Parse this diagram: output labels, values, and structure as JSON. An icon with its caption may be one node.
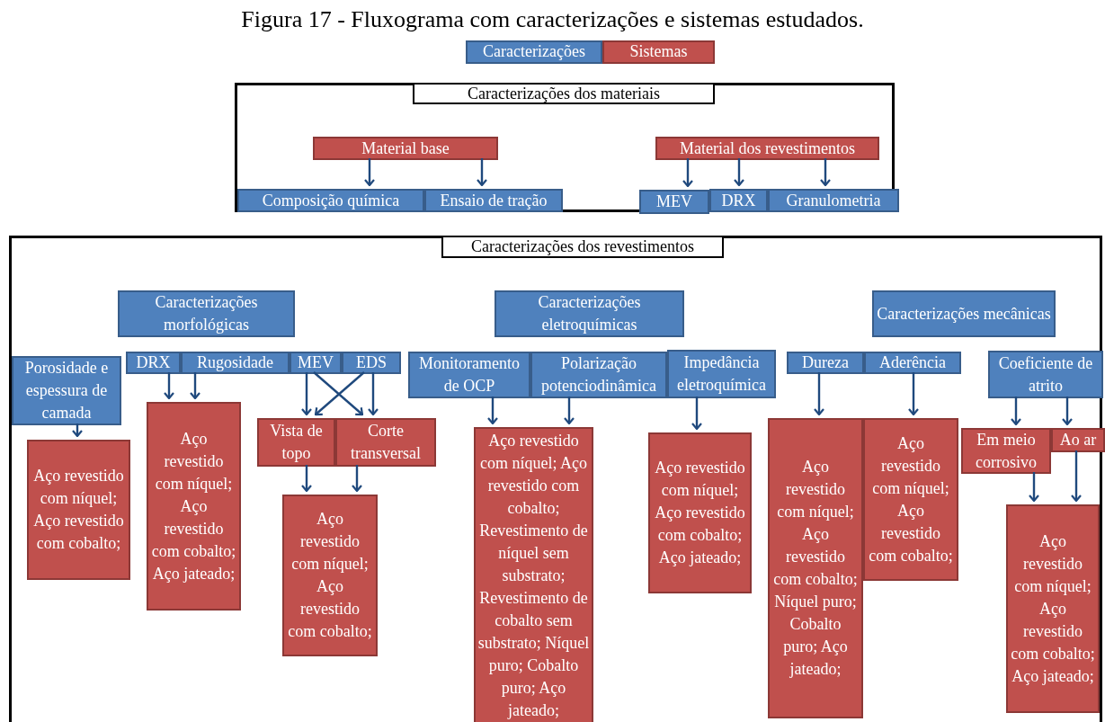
{
  "diagram": {
    "title": "Figura 17 - Fluxograma com caracterizações e sistemas estudados.",
    "legend": [
      {
        "text": "Caracterizações",
        "color": "#4f81bd"
      },
      {
        "text": "Sistemas",
        "color": "#c0504d"
      }
    ],
    "nodes": [
      {
        "text": [
          "Caracterizações dos materiais"
        ]
      },
      {
        "text": [
          "Material base"
        ],
        "in": 0
      },
      {
        "text": [
          "Material dos revestimentos"
        ],
        "in": 0
      },
      {
        "text": [
          "Composição química"
        ],
        "in": 0
      },
      {
        "text": [
          "Ensaio de tração"
        ],
        "in": 0
      },
      {
        "text": [
          "MEV"
        ],
        "in": 0
      },
      {
        "text": [
          "DRX"
        ],
        "in": 0
      },
      {
        "text": [
          "Granulometria"
        ],
        "in": 0
      },
      {
        "text": [
          "Caracterizações dos revestimentos"
        ]
      },
      {
        "text": [
          "Caracterizações morfológicas"
        ],
        "in": 8
      },
      {
        "text": [
          "Caracterizações eletroquímicas"
        ],
        "in": 8
      },
      {
        "text": [
          "Caracterizações mecânicas"
        ],
        "in": 8
      },
      {
        "text": [
          "Porosidade e espessura de camada"
        ],
        "in": 8
      },
      {
        "text": [
          "DRX"
        ],
        "in": 8
      },
      {
        "text": [
          "Rugosidade"
        ],
        "in": 8
      },
      {
        "text": [
          "MEV"
        ],
        "in": 8
      },
      {
        "text": [
          "EDS"
        ],
        "in": 8
      },
      {
        "text": [
          "Monitoramento de OCP"
        ],
        "in": 8
      },
      {
        "text": [
          "Polarização potenciodinâmica"
        ],
        "in": 8
      },
      {
        "text": [
          "Impedância eletroquímica"
        ],
        "in": 8
      },
      {
        "text": [
          "Dureza"
        ],
        "in": 8
      },
      {
        "text": [
          "Aderência"
        ],
        "in": 8
      },
      {
        "text": [
          "Coeficiente de atrito"
        ],
        "in": 8
      },
      {
        "text": [
          "Aço revestido com níquel; Aço revestido com cobalto;"
        ],
        "in": 8
      },
      {
        "text": [
          "Aço revestido com níquel; Aço revestido com cobalto; Aço jateado;"
        ],
        "in": 8
      },
      {
        "text": [
          "Vista de topo"
        ],
        "in": 8
      },
      {
        "text": [
          "Corte transversal"
        ],
        "in": 8
      },
      {
        "text": [
          "Aço revestido com níquel; Aço revestido com cobalto;"
        ],
        "in": 8
      },
      {
        "text": [
          "Aço revestido com níquel; Aço revestido com cobalto; Revestimento de níquel sem substrato; Revestimento de cobalto sem substrato; Níquel puro; Cobalto puro; Aço jateado;"
        ],
        "in": 8
      },
      {
        "text": [
          "Aço revestido com níquel; Aço revestido com cobalto; Aço jateado;"
        ],
        "in": 8
      },
      {
        "text": [
          "Aço revestido com níquel; Aço revestido com cobalto; Níquel puro; Cobalto puro; Aço jateado;"
        ],
        "in": 8
      },
      {
        "text": [
          "Aço revestido com níquel; Aço revestido com cobalto;"
        ],
        "in": 8
      },
      {
        "text": [
          "Em meio corrosivo"
        ],
        "in": 8
      },
      {
        "text": [
          "Ao ar"
        ],
        "in": 8
      },
      {
        "text": [
          "Aço revestido com níquel; Aço revestido com cobalto; Aço jateado;"
        ],
        "in": 8
      }
    ],
    "edges": [
      {
        "from": 1,
        "to": 3,
        "arrow": "to"
      },
      {
        "from": 1,
        "to": 4,
        "arrow": "to"
      },
      {
        "from": 2,
        "to": 5,
        "arrow": "to"
      },
      {
        "from": 2,
        "to": 6,
        "arrow": "to"
      },
      {
        "from": 2,
        "to": 7,
        "arrow": "to"
      },
      {
        "from": 12,
        "to": 23,
        "arrow": "to"
      },
      {
        "from": 13,
        "to": 24,
        "arrow": "to"
      },
      {
        "from": 14,
        "to": 24,
        "arrow": "to"
      },
      {
        "from": 15,
        "to": 25,
        "arrow": "to"
      },
      {
        "from": 15,
        "to": 26,
        "arrow": "to"
      },
      {
        "from": 16,
        "to": 25,
        "arrow": "to"
      },
      {
        "from": 16,
        "to": 26,
        "arrow": "to"
      },
      {
        "from": 25,
        "to": 27,
        "arrow": "to"
      },
      {
        "from": 26,
        "to": 27,
        "arrow": "to"
      },
      {
        "from": 17,
        "to": 28,
        "arrow": "to"
      },
      {
        "from": 18,
        "to": 28,
        "arrow": "to"
      },
      {
        "from": 19,
        "to": 29,
        "arrow": "to"
      },
      {
        "from": 20,
        "to": 30,
        "arrow": "to"
      },
      {
        "from": 21,
        "to": 31,
        "arrow": "to"
      },
      {
        "from": 22,
        "to": 32,
        "arrow": "to"
      },
      {
        "from": 22,
        "to": 33,
        "arrow": "to"
      },
      {
        "from": 32,
        "to": 34,
        "arrow": "to"
      },
      {
        "from": 33,
        "to": 34,
        "arrow": "to"
      }
    ]
  }
}
